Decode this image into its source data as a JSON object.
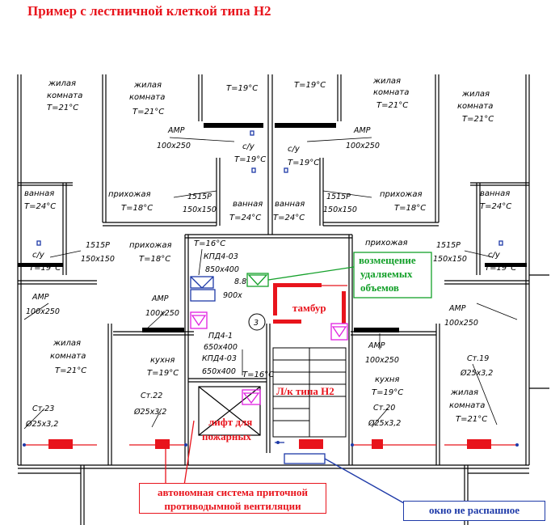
{
  "title": "Пример с лестничной клеткой типа Н2",
  "rooms": {
    "living_tl": [
      "жилая",
      "комната",
      "Т=21°С"
    ],
    "living_tc": [
      "жилая",
      "комната",
      "Т=21°С"
    ],
    "living_tr": [
      "жилая",
      "комната",
      "Т=21°С"
    ],
    "temp_top_a": "Т=19°С",
    "temp_top_b": "Т=19°С",
    "bath_left": [
      "ванная",
      "Т=24°С"
    ],
    "bath_right": [
      "ванная",
      "Т=24°С"
    ],
    "bath_cl": [
      "ванная",
      "Т=24°С"
    ],
    "bath_cr": [
      "ванная",
      "Т=24°С"
    ],
    "hall_ul": [
      "прихожая",
      "Т=18°С"
    ],
    "hall_ur": [
      "прихожая",
      "Т=18°С"
    ],
    "wc_cl": [
      "с/у",
      "Т=19°С"
    ],
    "wc_cr": [
      "с/у",
      "Т=19°С"
    ],
    "wc_l": [
      "с/у",
      "Т=19°С"
    ],
    "wc_r": [
      "с/у",
      "Т=19°С"
    ],
    "hall_ll": [
      "прихожая",
      "Т=18°С"
    ],
    "hall_lr": "прихожая",
    "temp_corridor": "Т=16°С",
    "temp_stair": "Т=16°С",
    "living_bl": [
      "жилая",
      "комната",
      "Т=21°С"
    ],
    "living_br": [
      "жилая",
      "комната",
      "Т=21°С"
    ],
    "kitchen_l": [
      "кухня",
      "Т=19°С"
    ],
    "kitchen_r": [
      "кухня",
      "Т=19°С"
    ]
  },
  "equipment": {
    "amr_ul": [
      "АМР",
      "100х250"
    ],
    "amr_ur": [
      "АМР",
      "100х250"
    ],
    "grille_cl": [
      "1515Р",
      "150х150"
    ],
    "grille_cr": [
      "1515Р",
      "150х150"
    ],
    "grille_l": [
      "1515Р",
      "150х150"
    ],
    "grille_r": [
      "1515Р",
      "150х150"
    ],
    "amr_l": [
      "АМР",
      "100х250"
    ],
    "amr_r": [
      "АМР",
      "100х250"
    ],
    "amr_kl": [
      "АМР",
      "100х250"
    ],
    "amr_kr": [
      "АМР",
      "100х250"
    ],
    "kpd_top": [
      "КПД4-03",
      "850х400"
    ],
    "dim_88": "8.8",
    "dim_900": "900х",
    "circle_num": "3",
    "pd_mid": [
      "ПД4-1",
      "650х400"
    ],
    "kpd_bot": [
      "КПД4-03",
      "650х400"
    ],
    "riser_l": [
      "Ст.23",
      "Ø25х3,2"
    ],
    "riser_ml": [
      "Ст.22",
      "Ø25х3,2"
    ],
    "riser_mr": [
      "Ст.20",
      "Ø25х3,2"
    ],
    "riser_r": [
      "Ст.19",
      "Ø25х3,2"
    ]
  },
  "annotations": {
    "removed_volumes": [
      "возмещение",
      "удаляемых",
      "объемов"
    ],
    "vestibule": "тамбур",
    "stair_type": "Л/к типа Н2",
    "fire_shaft": [
      "лифт для",
      "пожарных"
    ],
    "vent_system": [
      "автономная система приточной",
      "противодымной вентиляции"
    ],
    "window_note": "окно не распашное"
  },
  "colors": {
    "red": "#e8141c",
    "green": "#14a02a",
    "blue": "#1e3aa8",
    "magenta": "#e020e0",
    "line": "#000000"
  }
}
